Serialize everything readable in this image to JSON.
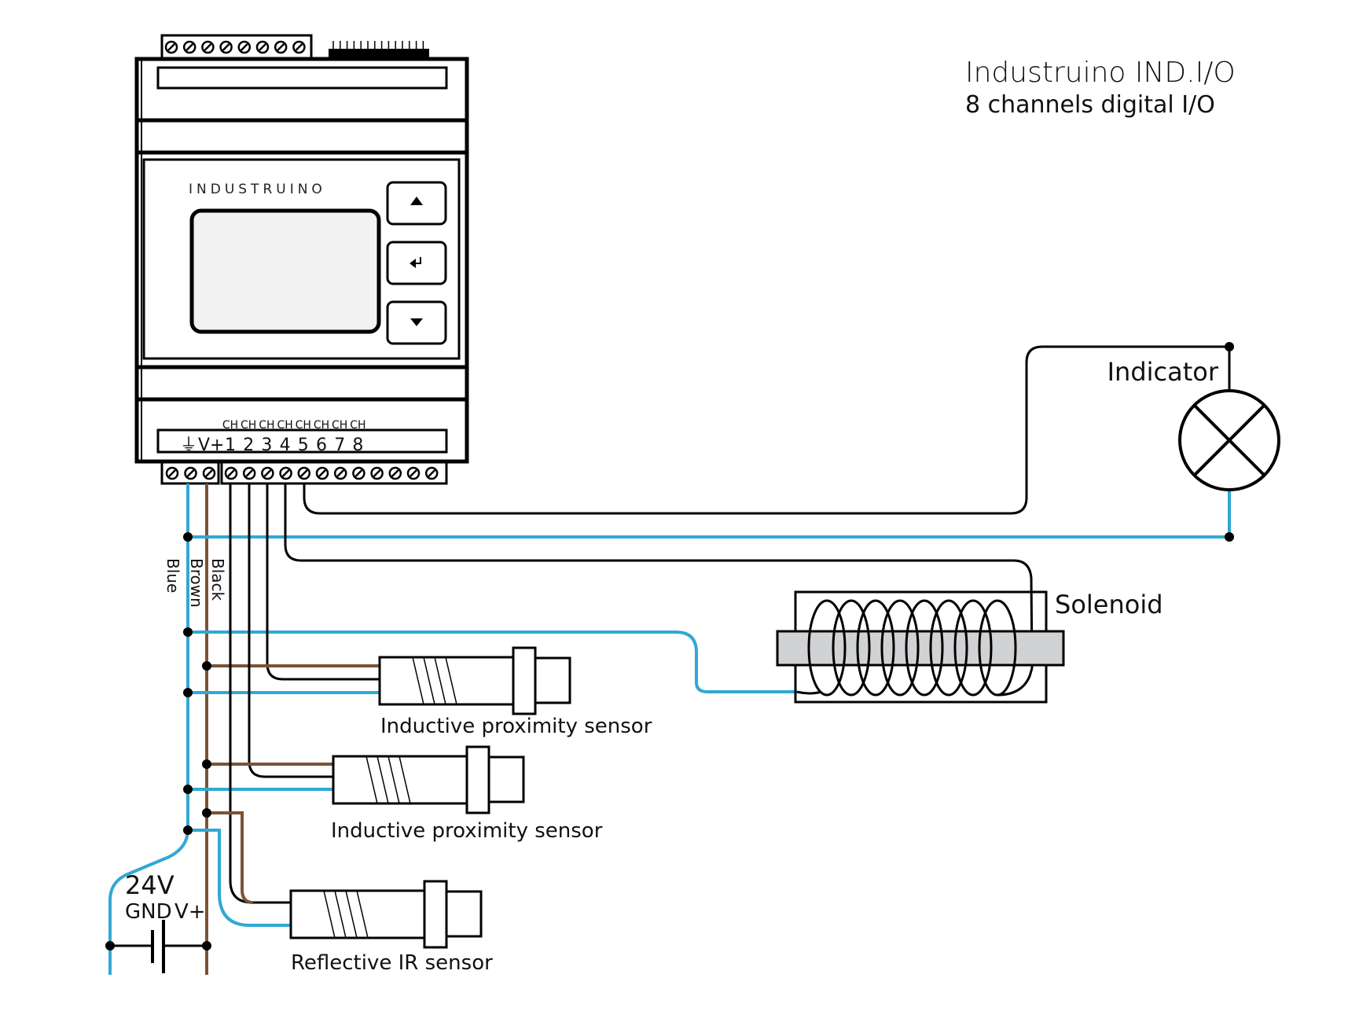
{
  "title": {
    "line1": "Industruino IND.I/O",
    "line2": "8 channels digital I/O"
  },
  "device": {
    "brand": "INDUSTRUINO",
    "buttons": [
      {
        "name": "up",
        "icon": "triangle-up-icon"
      },
      {
        "name": "enter",
        "icon": "enter-icon"
      },
      {
        "name": "down",
        "icon": "triangle-down-icon"
      }
    ],
    "terminal_labels": {
      "ground_symbol": "⏚",
      "vplus": "V+",
      "ch_prefix": "CH",
      "channels": [
        "1",
        "2",
        "3",
        "4",
        "5",
        "6",
        "7",
        "8"
      ]
    },
    "top_terminal_screws": 8,
    "power_terminal_screws": 3,
    "io_terminal_screws": 12
  },
  "wire_labels": {
    "blue": "Blue",
    "brown": "Brown",
    "black": "Black"
  },
  "wire_colors": {
    "blue": "#31a8d4",
    "brown": "#7b5234",
    "black": "#000000"
  },
  "components": {
    "indicator": "Indicator",
    "solenoid": "Solenoid",
    "sensor1": "Inductive proximity sensor",
    "sensor2": "Inductive proximity sensor",
    "sensor3": "Reflective IR sensor"
  },
  "power": {
    "voltage": "24V",
    "gnd": "GND",
    "vplus": "V+"
  }
}
